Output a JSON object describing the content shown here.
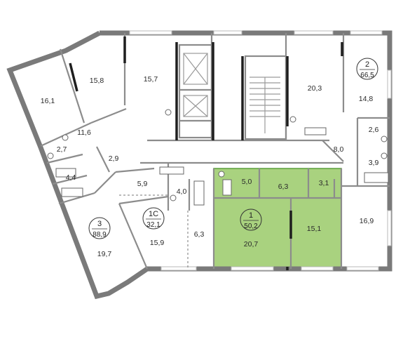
{
  "apartments": [
    {
      "number": "1",
      "total_area": "50,2",
      "highlighted": true
    },
    {
      "number": "1С",
      "total_area": "32,1"
    },
    {
      "number": "2",
      "total_area": "66,5"
    },
    {
      "number": "3",
      "total_area": "88,9"
    }
  ],
  "rooms": [
    "16,1",
    "15,8",
    "15,7",
    "20,3",
    "14,8",
    "11,6",
    "2,7",
    "4,4",
    "2,9",
    "19,7",
    "5,9",
    "4,0",
    "15,9",
    "6,3",
    "5,0",
    "6,3",
    "3,1",
    "20,7",
    "15,1",
    "8,0",
    "2,6",
    "3,9",
    "16,9"
  ],
  "colors": {
    "highlight_fill": "#a9d27f",
    "highlight_stroke": "#5a9e3a",
    "wall": "#7a7a7a"
  }
}
